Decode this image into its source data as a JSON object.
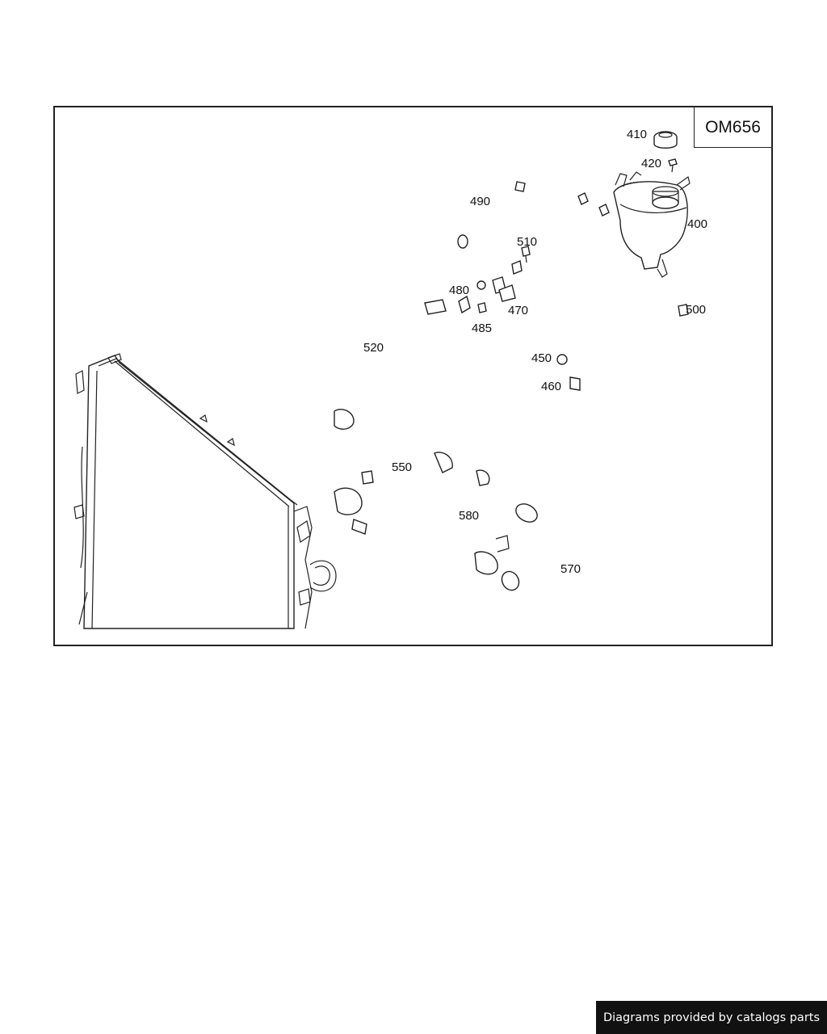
{
  "diagram": {
    "engine_code": "OM656",
    "callouts": {
      "p400": "400",
      "p410": "410",
      "p420": "420",
      "p450": "450",
      "p460": "460",
      "p470": "470",
      "p480": "480",
      "p485": "485",
      "p490": "490",
      "p500": "500",
      "p510": "510",
      "p520": "520",
      "p550": "550",
      "p570": "570",
      "p580": "580"
    }
  },
  "footer": {
    "credit": "Diagrams provided by catalogs parts"
  }
}
